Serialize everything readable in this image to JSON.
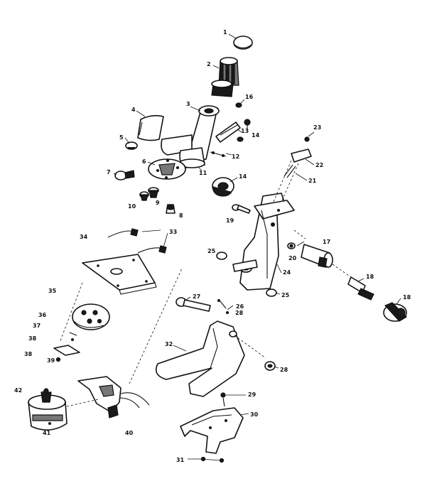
{
  "callouts": [
    {
      "id": "c1",
      "text": "1"
    },
    {
      "id": "c2",
      "text": "2"
    },
    {
      "id": "c3",
      "text": "3"
    },
    {
      "id": "c4",
      "text": "4"
    },
    {
      "id": "c5",
      "text": "5"
    },
    {
      "id": "c6",
      "text": "6"
    },
    {
      "id": "c7",
      "text": "7"
    },
    {
      "id": "c8",
      "text": "8"
    },
    {
      "id": "c9",
      "text": "9"
    },
    {
      "id": "c10",
      "text": "10"
    },
    {
      "id": "c11",
      "text": "11"
    },
    {
      "id": "c12",
      "text": "12"
    },
    {
      "id": "c13",
      "text": "13"
    },
    {
      "id": "c14a",
      "text": "14"
    },
    {
      "id": "c14b",
      "text": "14"
    },
    {
      "id": "c16",
      "text": "16"
    },
    {
      "id": "c17",
      "text": "17"
    },
    {
      "id": "c18a",
      "text": "18"
    },
    {
      "id": "c18b",
      "text": "18"
    },
    {
      "id": "c19",
      "text": "19"
    },
    {
      "id": "c20",
      "text": "20"
    },
    {
      "id": "c21",
      "text": "21"
    },
    {
      "id": "c22",
      "text": "22"
    },
    {
      "id": "c23",
      "text": "23"
    },
    {
      "id": "c24",
      "text": "24"
    },
    {
      "id": "c25a",
      "text": "25"
    },
    {
      "id": "c25b",
      "text": "25"
    },
    {
      "id": "c26",
      "text": "26"
    },
    {
      "id": "c27",
      "text": "27"
    },
    {
      "id": "c28a",
      "text": "28"
    },
    {
      "id": "c28b",
      "text": "28"
    },
    {
      "id": "c29",
      "text": "29"
    },
    {
      "id": "c30",
      "text": "30"
    },
    {
      "id": "c31",
      "text": "31"
    },
    {
      "id": "c32",
      "text": "32"
    },
    {
      "id": "c33",
      "text": "33"
    },
    {
      "id": "c34",
      "text": "34"
    },
    {
      "id": "c35",
      "text": "35"
    },
    {
      "id": "c36",
      "text": "36"
    },
    {
      "id": "c37",
      "text": "37"
    },
    {
      "id": "c38a",
      "text": "38"
    },
    {
      "id": "c38b",
      "text": "38"
    },
    {
      "id": "c39",
      "text": "39"
    },
    {
      "id": "c40",
      "text": "40"
    },
    {
      "id": "c41",
      "text": "41"
    },
    {
      "id": "c42",
      "text": "42"
    }
  ]
}
